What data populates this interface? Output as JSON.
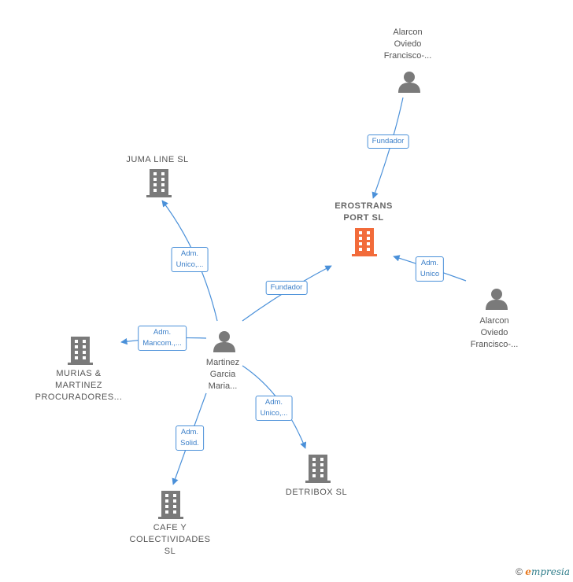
{
  "nodes": {
    "alarcon_top": {
      "lines": [
        "Alarcon",
        "Oviedo",
        "Francisco-..."
      ],
      "icon": "person-icon"
    },
    "alarcon_right": {
      "lines": [
        "Alarcon",
        "Oviedo",
        "Francisco-..."
      ],
      "icon": "person-icon"
    },
    "martinez": {
      "lines": [
        "Martinez",
        "Garcia",
        "Maria..."
      ],
      "icon": "person-icon"
    },
    "erostrans": {
      "lines": [
        "EROSTRANS",
        "PORT  SL"
      ],
      "icon": "building-icon",
      "color": "#f26b3a"
    },
    "juma": {
      "lines": [
        "JUMA LINE  SL"
      ],
      "icon": "building-icon"
    },
    "murias": {
      "lines": [
        "MURIAS &",
        "MARTINEZ",
        "PROCURADORES..."
      ],
      "icon": "building-icon"
    },
    "cafe": {
      "lines": [
        "CAFE Y",
        "COLECTIVIDADES",
        "SL"
      ],
      "icon": "building-icon"
    },
    "detribox": {
      "lines": [
        "DETRIBOX  SL"
      ],
      "icon": "building-icon"
    }
  },
  "edges": {
    "alarcon_top_erostrans": [
      "Fundador"
    ],
    "alarcon_right_erostrans": [
      "Adm.",
      "Unico"
    ],
    "martinez_erostrans": [
      "Fundador"
    ],
    "martinez_juma": [
      "Adm.",
      "Unico,..."
    ],
    "martinez_murias": [
      "Adm.",
      "Mancom.,..."
    ],
    "martinez_cafe": [
      "Adm.",
      "Solid."
    ],
    "martinez_detribox": [
      "Adm.",
      "Unico,..."
    ]
  },
  "colors": {
    "edge": "#4a90d9",
    "icon": "#7a7a7a",
    "main_icon": "#f26b3a"
  },
  "footer": {
    "copyright": "©",
    "brand_first": "e",
    "brand_rest": "mpresia"
  }
}
